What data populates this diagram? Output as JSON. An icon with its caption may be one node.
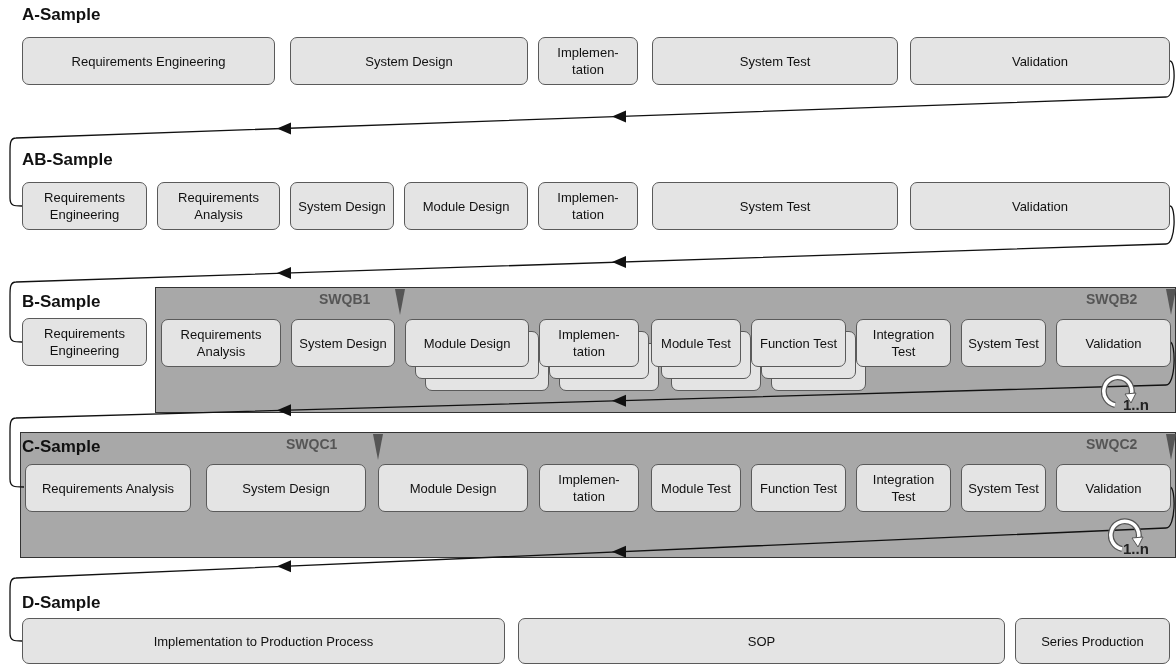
{
  "diagram": {
    "nodes": [
      {
        "text": [
          "Requirements Engineering"
        ]
      },
      {
        "text": [
          "System Design"
        ]
      },
      {
        "text": [
          "Implemen- tation"
        ]
      },
      {
        "text": [
          "System Test"
        ]
      },
      {
        "text": [
          "Validation"
        ]
      },
      {
        "text": [
          "Requirements Engineering"
        ]
      },
      {
        "text": [
          "Requirements Analysis"
        ]
      },
      {
        "text": [
          "System Design"
        ]
      },
      {
        "text": [
          "Module Design"
        ]
      },
      {
        "text": [
          "Implemen- tation"
        ]
      },
      {
        "text": [
          "System Test"
        ]
      },
      {
        "text": [
          "Validation"
        ]
      },
      {
        "text": [
          "Requirements Engineering"
        ]
      },
      {
        "text": [
          "SWQB1",
          "SWQB2",
          "1..n"
        ]
      },
      {
        "text": [
          "Requirements Analysis"
        ],
        "in": 13
      },
      {
        "text": [
          "System Design"
        ],
        "in": 13
      },
      {
        "text": [
          "Module Design"
        ],
        "in": 13
      },
      {
        "text": [
          "Implemen- tation"
        ],
        "in": 13
      },
      {
        "text": [
          "Module Test"
        ],
        "in": 13
      },
      {
        "text": [
          "Function Test"
        ],
        "in": 13
      },
      {
        "text": [
          "Integration Test"
        ],
        "in": 13
      },
      {
        "text": [
          "System Test"
        ],
        "in": 13
      },
      {
        "text": [
          "Validation"
        ],
        "in": 13
      },
      {
        "text": [
          "SWQC1",
          "SWQC2",
          "1..n"
        ]
      },
      {
        "text": [
          "Requirements Analysis"
        ],
        "in": 23
      },
      {
        "text": [
          "System Design"
        ],
        "in": 23
      },
      {
        "text": [
          "Module Design"
        ],
        "in": 23
      },
      {
        "text": [
          "Implemen- tation"
        ],
        "in": 23
      },
      {
        "text": [
          "Module Test"
        ],
        "in": 23
      },
      {
        "text": [
          "Function Test"
        ],
        "in": 23
      },
      {
        "text": [
          "Integration Test"
        ],
        "in": 23
      },
      {
        "text": [
          "System Test"
        ],
        "in": 23
      },
      {
        "text": [
          "Validation"
        ],
        "in": 23
      },
      {
        "text": [
          "Implementation to Production Process"
        ]
      },
      {
        "text": [
          "SOP"
        ]
      },
      {
        "text": [
          "Series Production"
        ]
      }
    ],
    "edges": [
      {
        "from": 4,
        "to": 5,
        "arrow": "to"
      },
      {
        "from": 11,
        "to": 12,
        "arrow": "to"
      },
      {
        "from": 22,
        "to": 24,
        "arrow": "to"
      },
      {
        "from": 32,
        "to": 33,
        "arrow": "to"
      }
    ],
    "labels": [
      "A-Sample",
      "AB-Sample",
      "B-Sample",
      "C-Sample",
      "D-Sample"
    ]
  }
}
